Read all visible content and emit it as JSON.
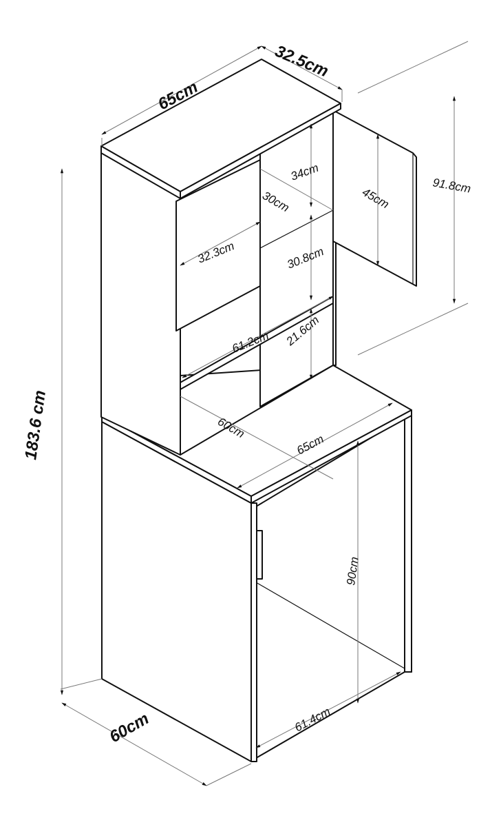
{
  "diagram": {
    "title": "Desk with hutch dimensions",
    "dimensions": {
      "top_width": "65cm",
      "top_depth": "32.5cm",
      "hutch_height": "91.8cm",
      "total_height": "183.6 cm",
      "upper_shelf_height": "34cm",
      "upper_shelf_depth": "30cm",
      "door_height": "45cm",
      "door_width": "32.3cm",
      "middle_shelf_height": "30.8cm",
      "shelf_width": "61.2cm",
      "lower_shelf_height": "21.6cm",
      "desk_depth": "60cm",
      "desk_width": "65cm",
      "desk_height": "90cm",
      "inner_width": "61.4cm",
      "base_depth": "60cm"
    }
  }
}
